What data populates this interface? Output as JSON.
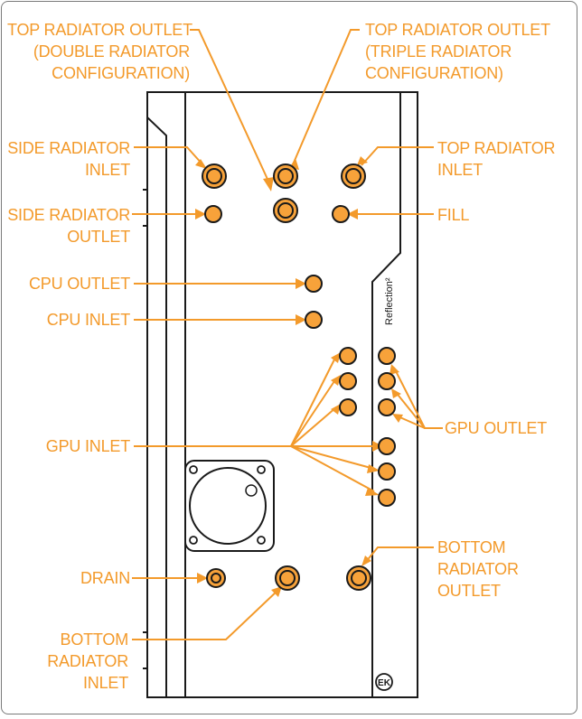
{
  "labels": {
    "top_out_double": [
      "TOP RADIATOR  OUTLET",
      "(DOUBLE RADIATOR",
      "CONFIGURATION)"
    ],
    "top_out_triple": [
      "TOP RADIATOR  OUTLET",
      "(TRIPLE RADIATOR",
      "CONFIGURATION)"
    ],
    "side_inlet": [
      "SIDE RADIATOR",
      "INLET"
    ],
    "top_inlet": [
      "TOP RADIATOR",
      "INLET"
    ],
    "side_outlet": [
      "SIDE RADIATOR",
      "OUTLET"
    ],
    "fill": "FILL",
    "cpu_outlet": "CPU OUTLET",
    "cpu_inlet": "CPU INLET",
    "gpu_outlet": "GPU OUTLET",
    "gpu_inlet": "GPU INLET",
    "drain": "DRAIN",
    "bottom_outlet": [
      "BOTTOM",
      "RADIATOR",
      "OUTLET"
    ],
    "bottom_inlet": [
      "BOTTOM",
      "RADIATOR",
      "INLET"
    ]
  },
  "product_text": "Reflection²",
  "brand_logo": "EK",
  "colors": {
    "accent": "#f39a2b",
    "port_fill": "#f7a23a",
    "port_dark": "#d9821f",
    "outline": "#1a1a1a"
  }
}
